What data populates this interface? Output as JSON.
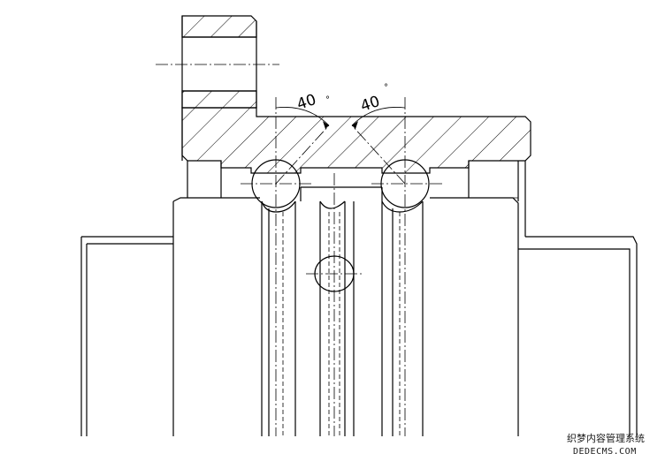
{
  "diagram": {
    "angle_left": "40",
    "angle_right": "40",
    "degree_mark": "°"
  },
  "watermark": {
    "line1": "织梦内容管理系统",
    "line2": "DEDECMS.COM"
  }
}
